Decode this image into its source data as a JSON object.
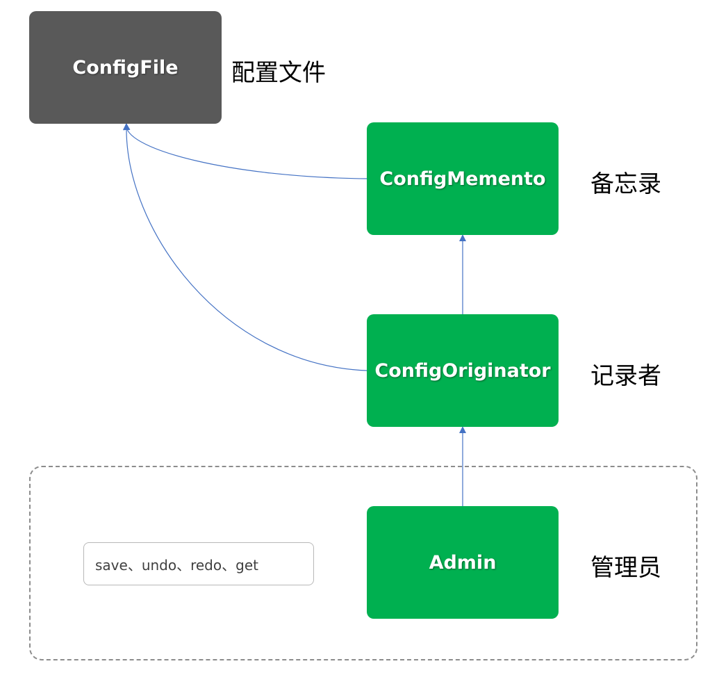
{
  "nodes": {
    "config_file": {
      "label": "ConfigFile",
      "caption": "配置文件"
    },
    "config_memento": {
      "label": "ConfigMemento",
      "caption": "备忘录"
    },
    "config_originator": {
      "label": "ConfigOriginator",
      "caption": "记录者"
    },
    "admin": {
      "label": "Admin",
      "caption": "管理员"
    }
  },
  "admin_operations": "save、undo、redo、get",
  "colors": {
    "config_file_fill": "#595959",
    "class_fill": "#00b050",
    "connector": "#4472c4",
    "group_border": "#8c8c8c"
  }
}
